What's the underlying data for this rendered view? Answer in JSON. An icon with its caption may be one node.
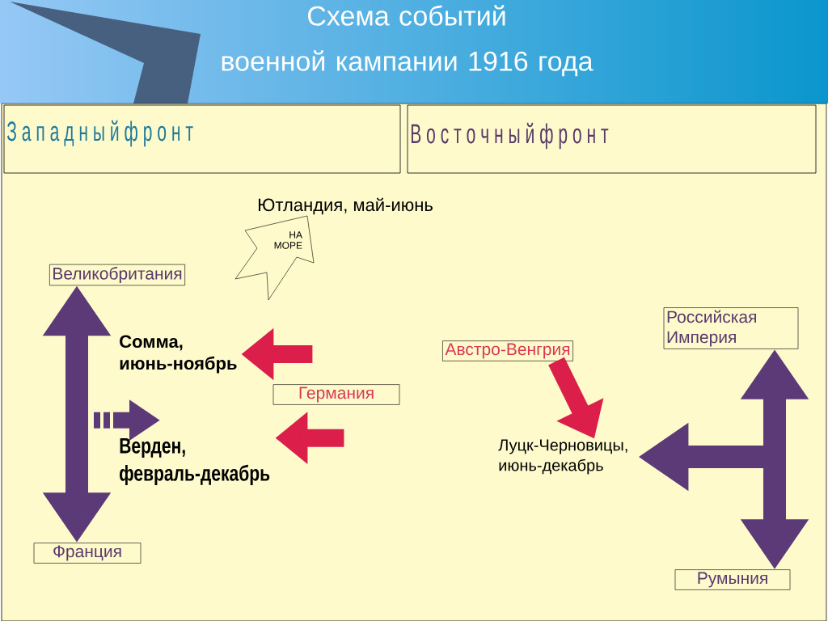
{
  "diagram": {
    "title": "Схема событий военной кампании 1916 года",
    "nodes": [
      {
        "text": [
          "З а п а д н ы й ф р о н т"
        ]
      },
      {
        "text": [
          "В о с т о ч н ы й ф р о н т"
        ]
      },
      {
        "text": [
          "Ютландия, май-июнь"
        ]
      },
      {
        "text": [
          "НА МОРЕ"
        ]
      },
      {
        "text": [
          "Великобритания"
        ]
      },
      {
        "text": [
          "Сомма, июнь-ноябрь"
        ]
      },
      {
        "text": [
          "Германия"
        ]
      },
      {
        "text": [
          "Верден, февраль-декабрь"
        ]
      },
      {
        "text": [
          "Франция"
        ]
      },
      {
        "text": [
          "Австро-Венгрия"
        ]
      },
      {
        "text": [
          "Российская Империя"
        ]
      },
      {
        "text": [
          "Луцк-Черновицы, июнь-декабрь"
        ]
      },
      {
        "text": [
          "Румыния"
        ]
      }
    ],
    "edges": [
      {
        "from": 4,
        "to": 8,
        "arrow": "both"
      },
      {
        "from": 10,
        "to": 12,
        "arrow": "both"
      },
      {
        "from": null,
        "to": 11,
        "arrow": "to"
      },
      {
        "from": null,
        "to": 5,
        "arrow": "to",
        "color": "#dc1e4a"
      },
      {
        "from": null,
        "to": 7,
        "arrow": "to",
        "color": "#dc1e4a"
      },
      {
        "from": 9,
        "to": 11,
        "arrow": "to",
        "color": "#dc1e4a"
      },
      {
        "from": null,
        "to": 7,
        "arrow": "to"
      }
    ]
  }
}
